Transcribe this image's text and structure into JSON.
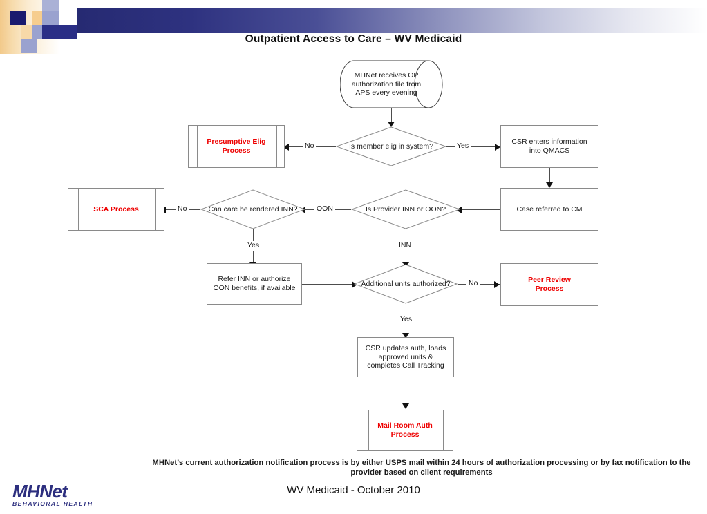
{
  "slide": {
    "title": "Outpatient Access to Care – WV Medicaid",
    "footer_note": "MHNet’s current authorization notification process is by either USPS mail within 24 hours of authorization processing or by fax notification to the provider based on client requirements",
    "date_line": "WV Medicaid - October 2010"
  },
  "logo": {
    "wordmark": "MHNet",
    "tagline": "BEHAVIORAL HEALTH"
  },
  "colors": {
    "brand_navy": "#2d2f7f",
    "band_start": "#262a72",
    "accent_tan": "#f6cd8e",
    "accent_periwinkle": "#9aa2cf",
    "process_red": "#ee0000",
    "shape_stroke": "#8a8a8a"
  },
  "flowchart": {
    "nodes": {
      "source": {
        "type": "cylinder",
        "text": "MHNet receives OP authorization file from APS every evening"
      },
      "d_elig": {
        "type": "decision",
        "text": "Is member elig in system?"
      },
      "presumptive": {
        "type": "predefined-process",
        "text": "Presumptive Elig Process",
        "emphasis": "red"
      },
      "csr_qmacs": {
        "type": "process",
        "text": "CSR enters information into QMACS"
      },
      "case_cm": {
        "type": "process",
        "text": "Case referred to CM"
      },
      "d_provider": {
        "type": "decision",
        "text": "Is Provider INN or OON?"
      },
      "d_care": {
        "type": "decision",
        "text": "Can care be rendered INN?"
      },
      "sca": {
        "type": "predefined-process",
        "text": "SCA Process",
        "emphasis": "red"
      },
      "refer": {
        "type": "process",
        "text": "Refer INN or authorize OON benefits, if available"
      },
      "d_units": {
        "type": "decision",
        "text": "Additional units authorized?"
      },
      "peer_review": {
        "type": "predefined-process",
        "text": "Peer Review Process",
        "emphasis": "red"
      },
      "csr_updates": {
        "type": "process",
        "text": "CSR updates auth, loads approved units & completes Call Tracking"
      },
      "mail_room": {
        "type": "predefined-process",
        "text": "Mail Room Auth Process",
        "emphasis": "red"
      }
    },
    "edge_labels": {
      "elig_no": "No",
      "elig_yes": "Yes",
      "provider_oon": "OON",
      "provider_inn": "INN",
      "care_no": "No",
      "care_yes": "Yes",
      "units_no": "No",
      "units_yes": "Yes"
    }
  }
}
